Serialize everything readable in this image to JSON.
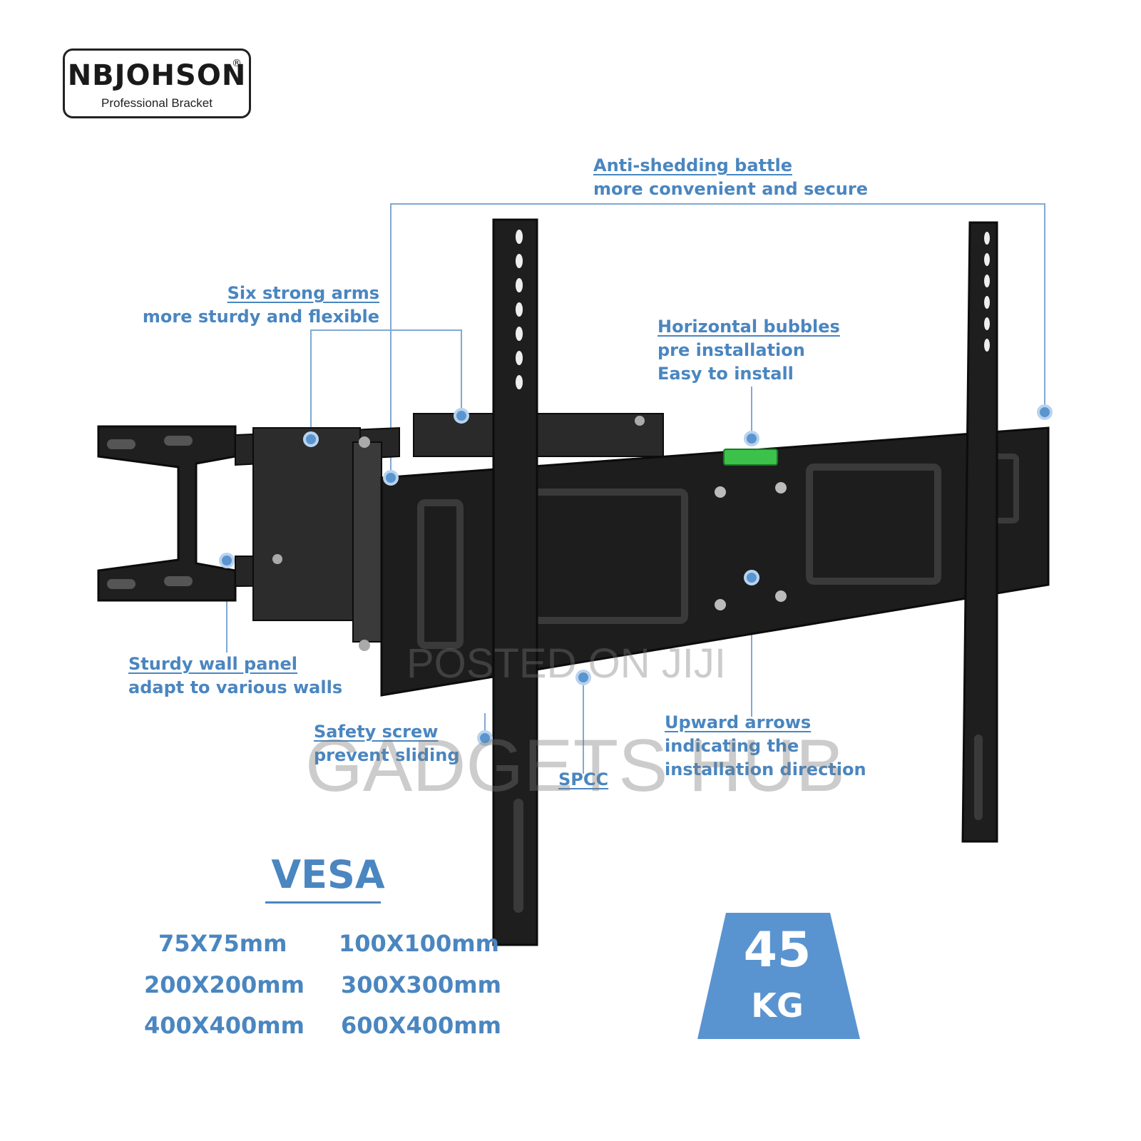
{
  "logo": {
    "brand": "NBJOHSON",
    "registered": "®",
    "tagline": "Professional Bracket"
  },
  "callouts": {
    "anti_shedding": {
      "title": "Anti-shedding battle",
      "line1": "more convenient and secure"
    },
    "six_arms": {
      "title": "Six strong arms",
      "line1": "more sturdy and flexible"
    },
    "bubbles": {
      "title": "Horizontal bubbles",
      "line1": "pre installation",
      "line2": "Easy to install"
    },
    "wall_panel": {
      "title": "Sturdy wall panel",
      "line1": "adapt to various walls"
    },
    "safety_screw": {
      "title": "Safety screw",
      "line1": "prevent sliding"
    },
    "spcc": {
      "title": "SPCC"
    },
    "upward_arrows": {
      "title": "Upward arrows",
      "line1": "indicating the",
      "line2": "installation direction"
    }
  },
  "vesa": {
    "title": "VESA",
    "sizes": [
      "75X75mm",
      "100X100mm",
      "200X200mm",
      "300X300mm",
      "400X400mm",
      "600X400mm"
    ]
  },
  "load": {
    "value": "45",
    "unit": "KG"
  },
  "watermarks": {
    "posted": "POSTED ON JIJI",
    "store": "GADGETS HUB"
  },
  "colors": {
    "accent": "#4a86c0",
    "badge": "#5a94d0",
    "bracket": "#1e1e1e",
    "level": "#3cc24a"
  }
}
